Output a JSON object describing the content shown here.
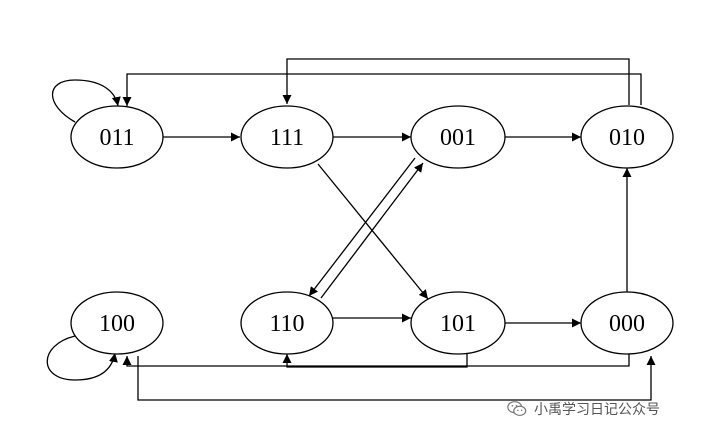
{
  "diagram": {
    "nodes": [
      {
        "id": "011",
        "label": "011"
      },
      {
        "id": "111",
        "label": "111"
      },
      {
        "id": "001",
        "label": "001"
      },
      {
        "id": "010",
        "label": "010"
      },
      {
        "id": "100",
        "label": "100"
      },
      {
        "id": "110",
        "label": "110"
      },
      {
        "id": "101",
        "label": "101"
      },
      {
        "id": "000",
        "label": "000"
      }
    ],
    "edges": [
      {
        "from": "011",
        "to": "011"
      },
      {
        "from": "011",
        "to": "111"
      },
      {
        "from": "111",
        "to": "001"
      },
      {
        "from": "111",
        "to": "101"
      },
      {
        "from": "001",
        "to": "010"
      },
      {
        "from": "001",
        "to": "110"
      },
      {
        "from": "010",
        "to": "011"
      },
      {
        "from": "010",
        "to": "111"
      },
      {
        "from": "100",
        "to": "100"
      },
      {
        "from": "100",
        "to": "000"
      },
      {
        "from": "110",
        "to": "101"
      },
      {
        "from": "110",
        "to": "001"
      },
      {
        "from": "101",
        "to": "000"
      },
      {
        "from": "101",
        "to": "110"
      },
      {
        "from": "000",
        "to": "010"
      },
      {
        "from": "000",
        "to": "100"
      }
    ]
  },
  "watermark": {
    "icon": "wechat-icon",
    "text": "小禹学习日记公众号"
  }
}
